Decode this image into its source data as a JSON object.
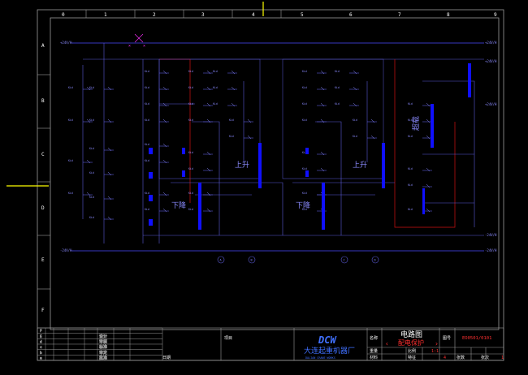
{
  "colors": {
    "background": "#000000",
    "frame": "#9a9a9a",
    "bus": "#4a4aff",
    "wire": "#5a5ad8",
    "label": "#8a8aff",
    "coil": "#1010ff",
    "red_wire": "#d01010",
    "magenta": "#ff30ff",
    "yellow": "#ffff00",
    "title_red": "#ff3030",
    "text_white": "#ffffff",
    "logo_blue": "#4070ff"
  },
  "grid": {
    "columns": [
      "0",
      "1",
      "2",
      "3",
      "4",
      "5",
      "6",
      "7",
      "8",
      "9"
    ],
    "rows": [
      "A",
      "B",
      "C",
      "D",
      "E",
      "F"
    ]
  },
  "diagram": {
    "bus_labels": [
      "+24V/H",
      "+24V/H",
      "+24V/H",
      "+24V/H",
      "-24V/H",
      "-24V/H",
      "-24V/H"
    ],
    "section_labels": {
      "down_left": "下降",
      "up_left": "上升",
      "down_right": "下降",
      "up_right": "上升",
      "far_right": "超载"
    },
    "component_labels": [
      "Kid",
      "Kid",
      "Kid",
      "Kid",
      "Kid",
      "Kid",
      "Kid",
      "Kid",
      "Kid",
      "Kid",
      "Kid",
      "Kid",
      "Kid",
      "Kid",
      "Kid",
      "Kid",
      "Kid",
      "Kid",
      "Kid",
      "Kid",
      "Kid",
      "Kid",
      "Kid",
      "Kid"
    ],
    "terminal_markers": [
      "A",
      "B",
      "C",
      "D"
    ]
  },
  "title_block": {
    "revision_rows": [
      "F",
      "E",
      "d",
      "c",
      "b",
      "a"
    ],
    "left_labels": [
      "设计",
      "审核",
      "标准",
      "审定",
      "批准"
    ],
    "date_label": "日期",
    "item_label": "项目",
    "company_logo": "DCW",
    "company_name": "大连起重机器厂",
    "company_name_en": "DALIAN CRANE WORKS",
    "name_label": "名称",
    "drawing_name": "电路图",
    "drawing_subtitle": "配电保护",
    "drawing_no_label": "图号",
    "drawing_no": "EO0501/0101",
    "weight_label": "重量",
    "material_label": "材料",
    "scale_label": "比例",
    "scale_value": "1:1",
    "sheets_label": "张数",
    "sheet_label": "张次",
    "special_label": "特征",
    "count_total": "4",
    "count_current": "1"
  }
}
